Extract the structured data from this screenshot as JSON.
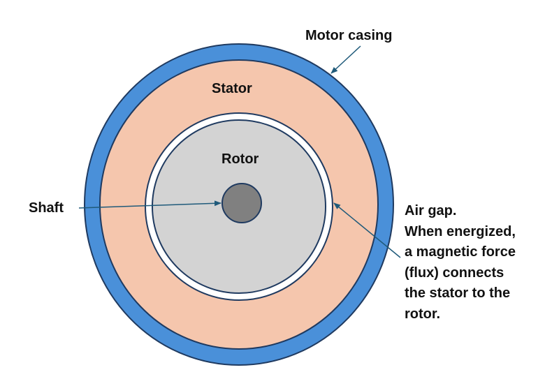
{
  "labels": {
    "motor_casing": "Motor casing",
    "stator": "Stator",
    "rotor": "Rotor",
    "shaft": "Shaft",
    "air_gap_lines": [
      "Air gap.",
      "When energized,",
      "a magnetic force",
      "(flux) connects",
      "the stator to the",
      "rotor."
    ]
  },
  "colors": {
    "casing": "#4A90D9",
    "stator": "#F5C6AD",
    "air_gap": "#FFFFFF",
    "rotor": "#D3D3D3",
    "shaft": "#808080",
    "outline": "#1F3A60",
    "leader_line": "#1F5A7A",
    "text": "#111111"
  }
}
